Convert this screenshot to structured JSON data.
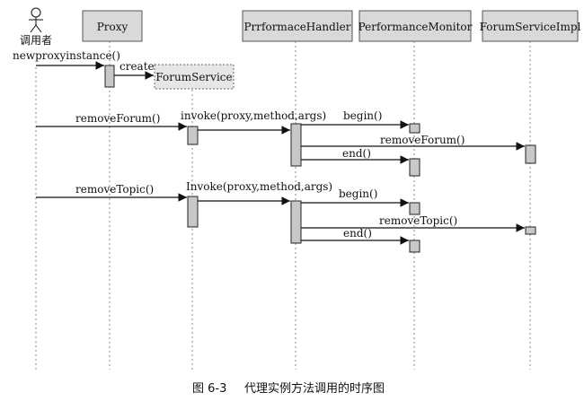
{
  "actor": {
    "label": "调用者",
    "icon": "stick-figure-actor-icon"
  },
  "participants": [
    {
      "id": "proxy",
      "label": "Proxy"
    },
    {
      "id": "handler",
      "label": "PrrformaceHandler"
    },
    {
      "id": "monitor",
      "label": "PerformanceMonitor"
    },
    {
      "id": "impl",
      "label": "ForumServiceImpl"
    }
  ],
  "created": {
    "label": "ForumService",
    "create_label": "create"
  },
  "messages": {
    "new_proxy": "newproxyinstance()",
    "remove_forum": "removeForum()",
    "invoke_1": "invoke(proxy,method,args)",
    "begin_1": "begin()",
    "remove_forum_impl": "removeForum()",
    "end_1": "end()",
    "remove_topic": "removeTopic()",
    "invoke_2": "Invoke(proxy,method,args)",
    "begin_2": "begin()",
    "remove_topic_impl": "removeTopic()",
    "end_2": "end()"
  },
  "caption": {
    "figure": "图 6-3",
    "title": "代理实例方法调用的时序图"
  }
}
